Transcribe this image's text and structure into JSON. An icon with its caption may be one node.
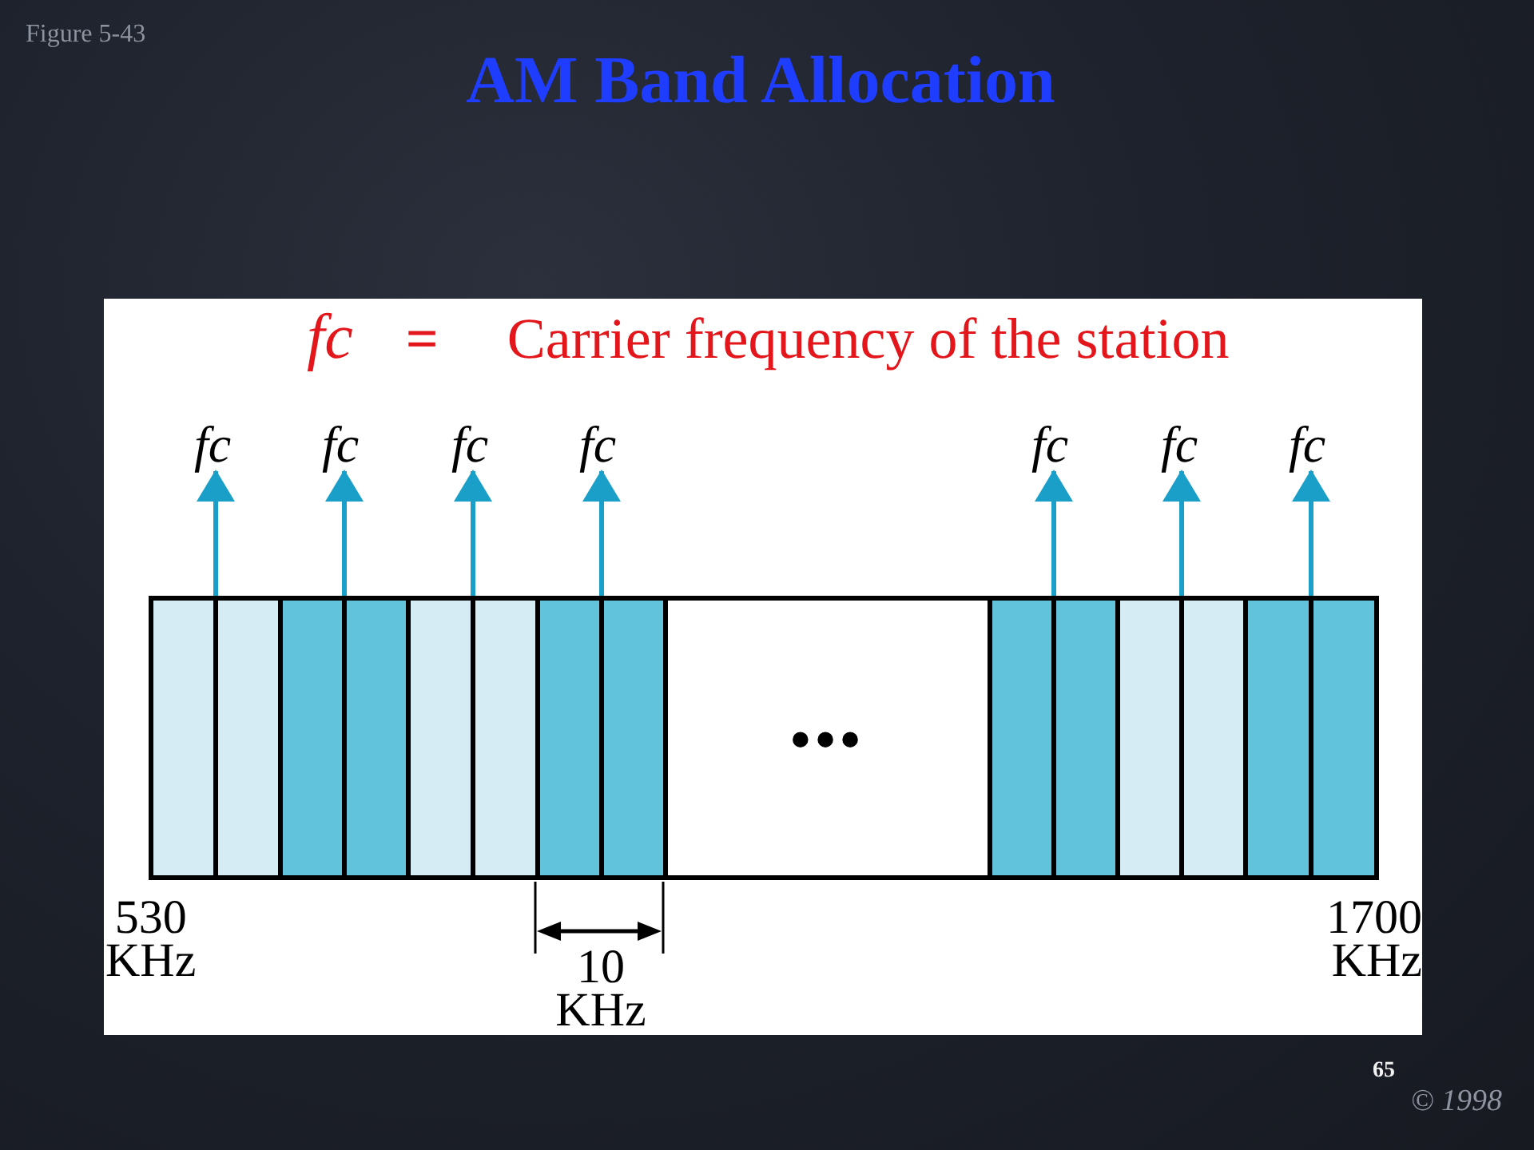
{
  "diagram": {
    "title": "AM Band Allocation",
    "nodes": [
      {
        "text": [
          "fc"
        ]
      },
      {
        "text": [
          "fc"
        ]
      },
      {
        "text": [
          "fc"
        ]
      },
      {
        "text": [
          "fc"
        ]
      },
      {
        "text": [
          "fc"
        ]
      },
      {
        "text": [
          "fc"
        ]
      },
      {
        "text": [
          "fc"
        ]
      },
      {
        "text": [],
        "shape": "box"
      },
      {
        "text": [],
        "shape": "box",
        "in": 7
      },
      {
        "text": [],
        "shape": "box",
        "in": 7
      },
      {
        "text": [],
        "shape": "box",
        "in": 7
      },
      {
        "text": [],
        "shape": "box",
        "in": 7
      },
      {
        "text": [],
        "shape": "box",
        "in": 7
      },
      {
        "text": [],
        "shape": "box",
        "in": 7
      },
      {
        "text": [],
        "shape": "box",
        "in": 7
      }
    ],
    "edges": [
      {
        "from": 8,
        "to": 0,
        "arrow": "to"
      },
      {
        "from": 9,
        "to": 1,
        "arrow": "to"
      },
      {
        "from": 10,
        "to": 2,
        "arrow": "to"
      },
      {
        "from": 11,
        "to": 3,
        "arrow": "to"
      },
      {
        "from": 12,
        "to": 4,
        "arrow": "to"
      },
      {
        "from": 13,
        "to": 5,
        "arrow": "to"
      },
      {
        "from": 14,
        "to": 6,
        "arrow": "to"
      }
    ],
    "labels": [
      "Figure 5-43",
      "*fc* **=** Carrier frequency of the station",
      "•••",
      "530 KHz",
      "10 KHz",
      "1700 KHz",
      "65",
      "© 1998"
    ]
  }
}
